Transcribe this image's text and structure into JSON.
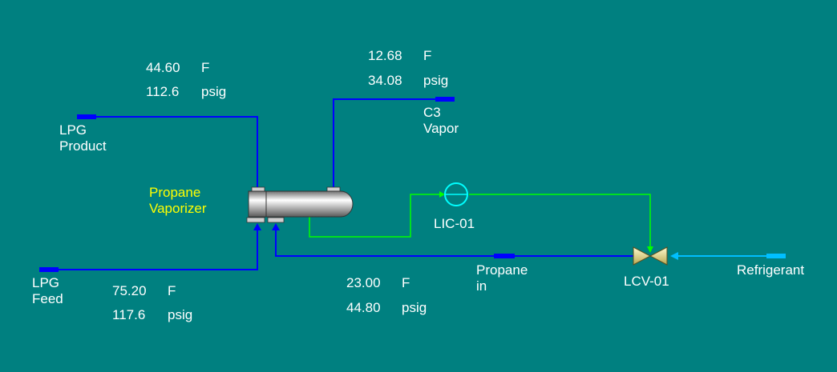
{
  "colors": {
    "background": "#008080",
    "process_line": "#0000ff",
    "signal_line": "#00ff00",
    "refrigerant_line": "#00bfff",
    "controller": "#00ffff",
    "valve": "#f0e68c",
    "text": "#ffffff",
    "equipment_label": "#ffff00"
  },
  "icons": {
    "exchanger": "shell-and-tube-exchanger-icon",
    "controller": "level-controller-icon",
    "valve": "control-valve-icon"
  },
  "streams": {
    "lpg_product": {
      "line1": "LPG",
      "line2": "Product",
      "temp": "44.60",
      "temp_unit": "F",
      "press": "112.6",
      "press_unit": "psig"
    },
    "c3_vapor": {
      "line1": "C3",
      "line2": "Vapor",
      "temp": "12.68",
      "temp_unit": "F",
      "press": "34.08",
      "press_unit": "psig"
    },
    "lpg_feed": {
      "line1": "LPG",
      "line2": "Feed",
      "temp": "75.20",
      "temp_unit": "F",
      "press": "117.6",
      "press_unit": "psig"
    },
    "propane_in": {
      "line1": "Propane",
      "line2": "in",
      "temp": "23.00",
      "temp_unit": "F",
      "press": "44.80",
      "press_unit": "psig"
    },
    "refrigerant": {
      "label": "Refrigerant"
    }
  },
  "equipment": {
    "vaporizer": {
      "line1": "Propane",
      "line2": "Vaporizer"
    },
    "controller": {
      "label": "LIC-01"
    },
    "valve": {
      "label": "LCV-01"
    }
  }
}
